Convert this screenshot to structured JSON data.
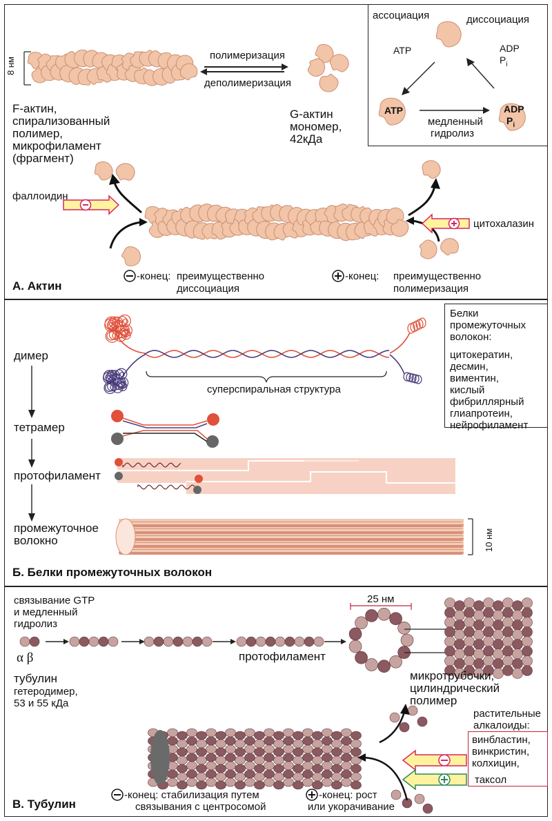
{
  "actin": {
    "polymerization": "полимеризация",
    "depolymerization": "деполимеризация",
    "nm8": "8 нм",
    "f_actin": [
      "F-актин,",
      "спирализованный",
      "полимер,",
      "микрофиламент",
      "(фрагмент)"
    ],
    "g_actin": [
      "G-актин",
      "мономер,",
      "42кДа"
    ],
    "phalloidin": "фаллоидин",
    "cytochalasin": "цитохалазин",
    "minus_end": [
      "-конец:",
      "преимущественно",
      "диссоциация"
    ],
    "plus_end": [
      "-конец:",
      "преимущественно",
      "полимеризация"
    ],
    "panel_title": "А. Актин",
    "cycle": {
      "association": "ассоциация",
      "dissociation": "диссоциация",
      "atp": "ATP",
      "adp": "ADP",
      "pi": "P",
      "pi_sub": "i",
      "slow_hydrolysis": [
        "медленный",
        "гидролиз"
      ]
    }
  },
  "intermediate": {
    "dimer": "димер",
    "tetramer": "тетрамер",
    "protofilament": "протофиламент",
    "fiber": [
      "промежуточное",
      "волокно"
    ],
    "supercoil": "суперспиральная структура",
    "nm10": "10 нм",
    "panel_title": "Б. Белки промежуточных волокон",
    "proteins_title": [
      "Белки",
      "промежуточных",
      "волокон:"
    ],
    "proteins": [
      "цитокератин,",
      "десмин,",
      "виментин,",
      "кислый",
      "фибриллярный",
      "глиапротеин,",
      "нейрофиламент"
    ]
  },
  "tubulin": {
    "gtp": [
      "связывание GTP",
      "и медленный",
      "гидролиз"
    ],
    "alpha_beta": "α β",
    "heterodimer": [
      "тубулин",
      "гетеродимер,",
      "53 и 55 кДа"
    ],
    "protofilament": "протофиламент",
    "nm25": "25 нм",
    "microtubule": [
      "микротрубочки,",
      "цилиндрический",
      "полимер"
    ],
    "alkaloids_title": [
      "растительные",
      "алкалоиды:"
    ],
    "alkaloids": [
      "винбластин,",
      "винкристин,",
      "колхицин,"
    ],
    "taxol": "таксол",
    "minus_end": [
      "-конец: стабилизация путем",
      "связывания с центросомой"
    ],
    "plus_end": [
      "-конец: рост",
      "или укорачивание"
    ],
    "panel_title": "В. Тубулин"
  },
  "colors": {
    "actin_fill": "#f2c4a8",
    "actin_stroke": "#c98f72",
    "red_strand": "#e0503a",
    "purple_strand": "#4a3c7a",
    "protofilament_fill": "#f7d2c4",
    "tubulin_fill": "#a87a7e",
    "arrow_yellow": "#fff3a0",
    "minus_color": "#d8245c",
    "plus_color": "#2a8a5a"
  }
}
